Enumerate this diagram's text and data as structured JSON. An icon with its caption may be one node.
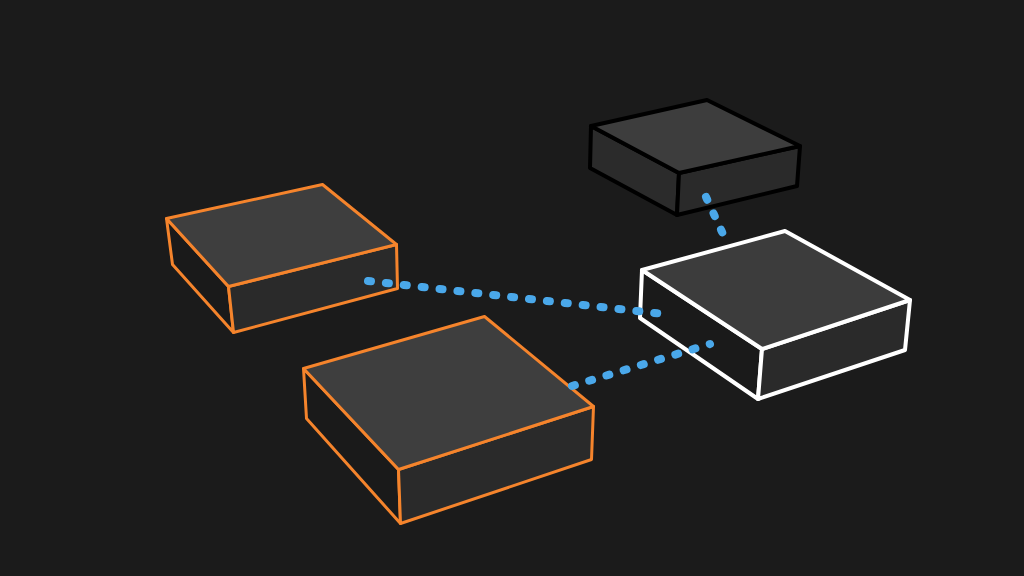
{
  "diagram": {
    "nodes": [
      {
        "text": [],
        "shape": "box"
      },
      {
        "text": [],
        "shape": "box"
      },
      {
        "text": [],
        "shape": "box"
      },
      {
        "text": [],
        "shape": "box"
      }
    ],
    "edges": [
      {
        "from": 0,
        "to": 2,
        "arrow": "none",
        "style": "dashed"
      },
      {
        "from": 1,
        "to": 2,
        "arrow": "none",
        "style": "dashed"
      },
      {
        "from": 3,
        "to": 2,
        "arrow": "none",
        "style": "dashed"
      }
    ]
  }
}
